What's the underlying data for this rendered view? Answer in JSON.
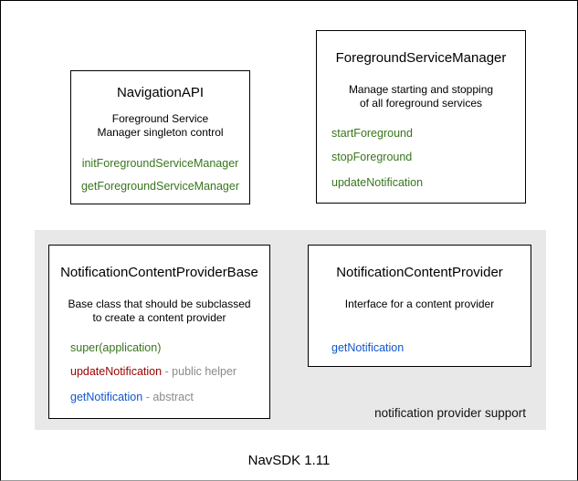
{
  "colors": {
    "method_green": "#38761d",
    "method_red": "#990000",
    "method_blue": "#1155cc",
    "annotation_gray": "#8a8a8a",
    "group_background": "#e8e8e8",
    "box_border": "#000000"
  },
  "caption": "NavSDK 1.11",
  "group": {
    "label": "notification provider support"
  },
  "boxes": {
    "navigation_api": {
      "title": "NavigationAPI",
      "description_line1": "Foreground Service",
      "description_line2": "Manager singleton control",
      "methods": [
        {
          "name": "initForegroundServiceManager",
          "color": "green",
          "suffix": ""
        },
        {
          "name": "getForegroundServiceManager",
          "color": "green",
          "suffix": ""
        }
      ]
    },
    "foreground_service_manager": {
      "title": "ForegroundServiceManager",
      "description_line1": "Manage starting and stopping",
      "description_line2": "of all foreground services",
      "methods": [
        {
          "name": "startForeground",
          "color": "green",
          "suffix": ""
        },
        {
          "name": "stopForeground",
          "color": "green",
          "suffix": ""
        },
        {
          "name": "updateNotification",
          "color": "green",
          "suffix": ""
        }
      ]
    },
    "notification_content_provider_base": {
      "title": "NotificationContentProviderBase",
      "description_line1": "Base class that should be subclassed",
      "description_line2": "to create a content provider",
      "methods": [
        {
          "name": "super(application)",
          "color": "green",
          "suffix": ""
        },
        {
          "name": "updateNotification",
          "color": "red",
          "suffix": " - public helper"
        },
        {
          "name": "getNotification",
          "color": "blue",
          "suffix": " - abstract"
        }
      ]
    },
    "notification_content_provider": {
      "title": "NotificationContentProvider",
      "description_line1": "Interface for a content provider",
      "methods": [
        {
          "name": "getNotification",
          "color": "blue",
          "suffix": ""
        }
      ]
    }
  }
}
